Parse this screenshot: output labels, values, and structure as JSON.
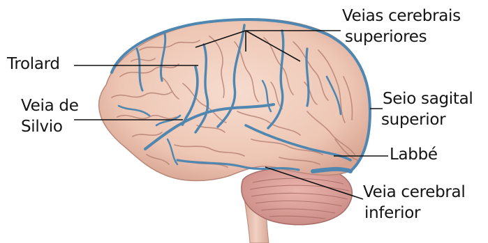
{
  "labels": {
    "veias_superiores_1": "Veias cerebrais",
    "veias_superiores_2": "superiores",
    "trolard": "Trolard",
    "silvio_1": "Veia de",
    "silvio_2": "Silvio",
    "seio_1": "Seio sagital",
    "seio_2": "superior",
    "labbe": "Labbé",
    "inferior_1": "Veia cerebral",
    "inferior_2": "inferior"
  },
  "colors": {
    "brain_tissue": "#eec9b8",
    "sulcus_shadow": "#b47f72",
    "vein": "#4f87b0",
    "cerebellum": "#e1a7a0",
    "brainstem": "#e8c2b3",
    "leader_line": "#111111",
    "text": "#141414"
  }
}
